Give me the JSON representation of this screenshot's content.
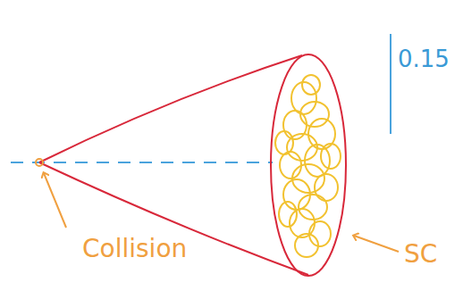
{
  "diagram": {
    "labels": [
      "0.15",
      "Collision",
      "SC"
    ]
  }
}
